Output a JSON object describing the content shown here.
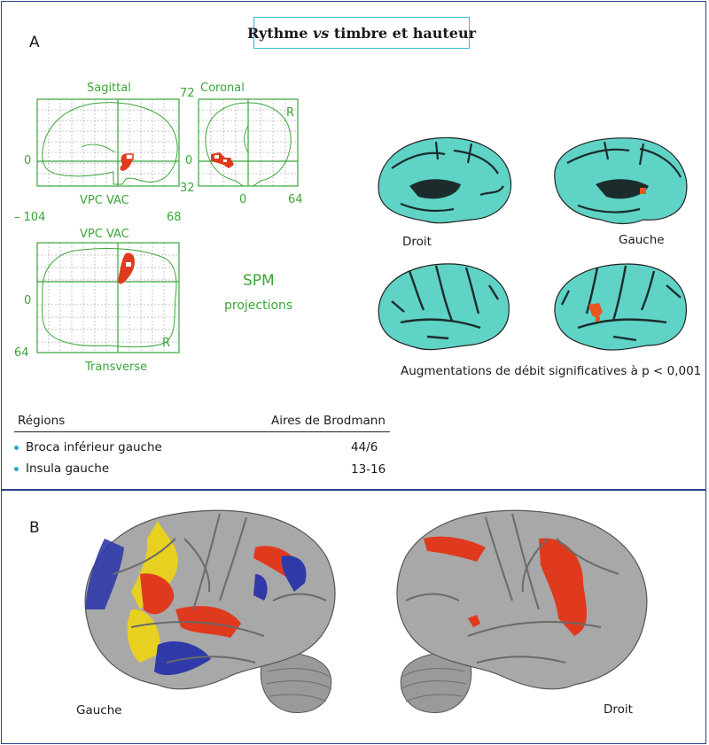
{
  "panel_a": {
    "letter": "A",
    "title_main": "Rythme ",
    "title_vs": "vs",
    "title_rest": " timbre et hauteur",
    "glass_brain": {
      "sagittal_label": "Sagittal",
      "coronal_label": "Coronal",
      "vpc_vac_1": "VPC VAC",
      "vpc_vac_2": "VPC VAC",
      "transverse_label": "Transverse",
      "r_coronal": "R",
      "r_transverse": "R",
      "tick_72": "72",
      "tick_32": "32",
      "tick_0_sag": "0",
      "tick_0_cor": "0",
      "tick_0_bottom": "0",
      "tick_64_bottom": "64",
      "tick_neg104": "– 104",
      "tick_68": "68",
      "tick_0_trans": "0",
      "tick_64_trans": "64",
      "spm": "SPM",
      "projections": "projections"
    },
    "render": {
      "droit": "Droit",
      "gauche": "Gauche",
      "caption": "Augmentations de débit significatives à p < 0,001"
    },
    "table": {
      "col_regions": "Régions",
      "col_brodmann": "Aires de Brodmann",
      "rows": [
        {
          "region": "Broca inférieur gauche",
          "area": "44/6"
        },
        {
          "region": "Insula gauche",
          "area": "13-16"
        }
      ]
    }
  },
  "panel_b": {
    "letter": "B",
    "gauche": "Gauche",
    "droit": "Droit"
  },
  "colors": {
    "border": "#2e3f8f",
    "title_border": "#33bcd0",
    "glass_green": "#3aa538",
    "activation_red": "#e03a1e",
    "render_cyan": "#5fd3c6",
    "cortex_gray": "#a8a8a8",
    "blue_region": "#2f3aa8",
    "yellow_region": "#e8d021"
  }
}
